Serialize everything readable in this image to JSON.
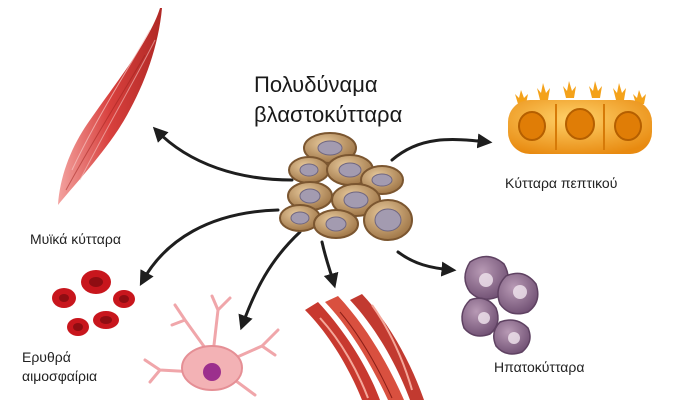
{
  "title_lines": [
    "Πολυδύναμα",
    "βλαστοκύτταρα"
  ],
  "labels": {
    "muscle": "Μυϊκά κύτταρα",
    "digestive": "Κύτταρα πεπτικού",
    "liver": "Ηπατοκύτταρα",
    "blood_line1": "Ερυθρά",
    "blood_line2": "αιμοσφαίρια"
  },
  "colors": {
    "arrow": "#1e1e1e",
    "stem_cell": "#b98e5f",
    "stem_nucleus": "#a39bb0",
    "muscle": "#d8403d",
    "red_blood_cell": "#c8161d",
    "digestive": "#f4a21a",
    "liver": "#8d6f8f",
    "neuron": "#f0a6aa",
    "fiber": "#d2453a"
  },
  "icons": [
    "muscle-cell-icon",
    "stem-cell-cluster-icon",
    "digestive-cells-icon",
    "red-blood-cells-icon",
    "neuron-icon",
    "muscle-fibers-icon",
    "liver-cells-icon"
  ]
}
